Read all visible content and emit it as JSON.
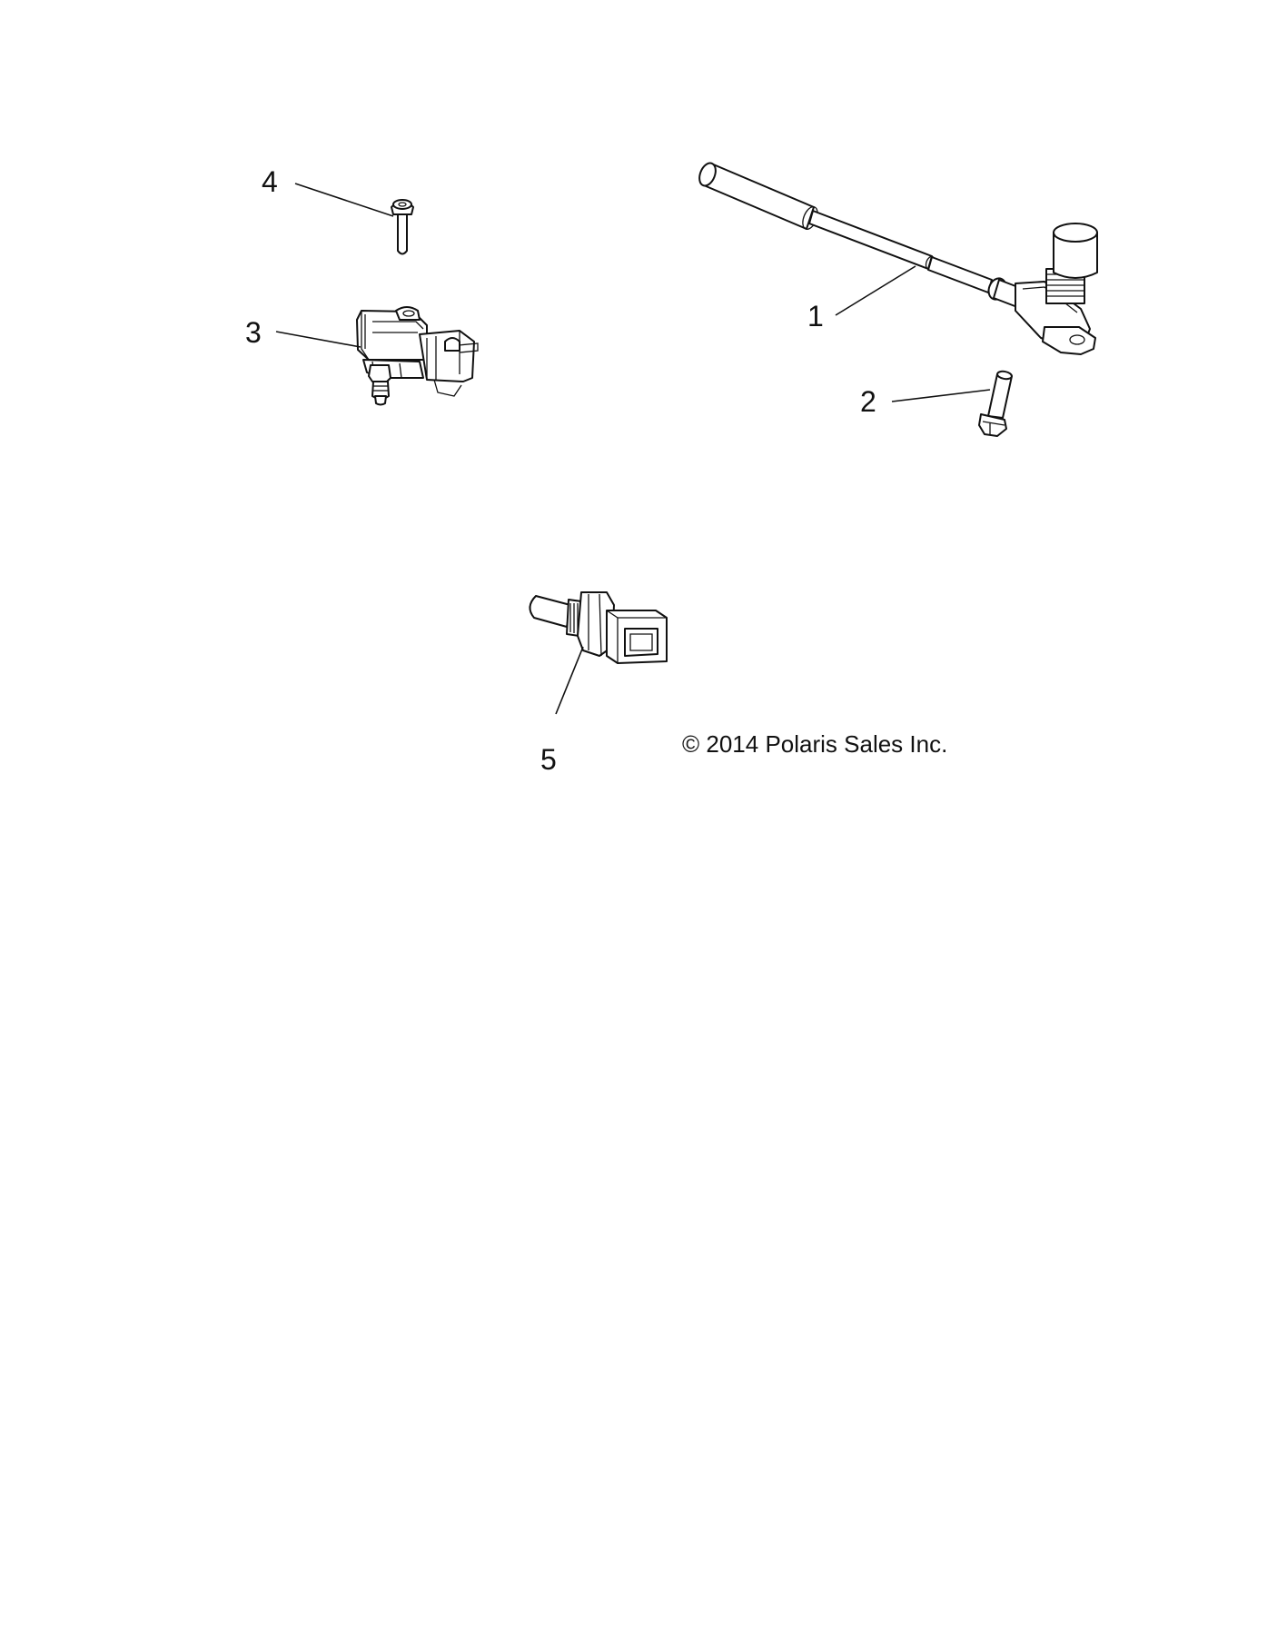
{
  "callouts": {
    "c1": "1",
    "c2": "2",
    "c3": "3",
    "c4": "4",
    "c5": "5"
  },
  "copyright": "© 2014 Polaris Sales Inc.",
  "parts": [
    {
      "ref": "1",
      "icon": "speed-sensor-icon"
    },
    {
      "ref": "2",
      "icon": "flange-bolt-icon"
    },
    {
      "ref": "3",
      "icon": "map-sensor-icon"
    },
    {
      "ref": "4",
      "icon": "flange-bolt-icon"
    },
    {
      "ref": "5",
      "icon": "temperature-sensor-icon"
    }
  ],
  "colors": {
    "line": "#111111",
    "background": "#ffffff"
  }
}
